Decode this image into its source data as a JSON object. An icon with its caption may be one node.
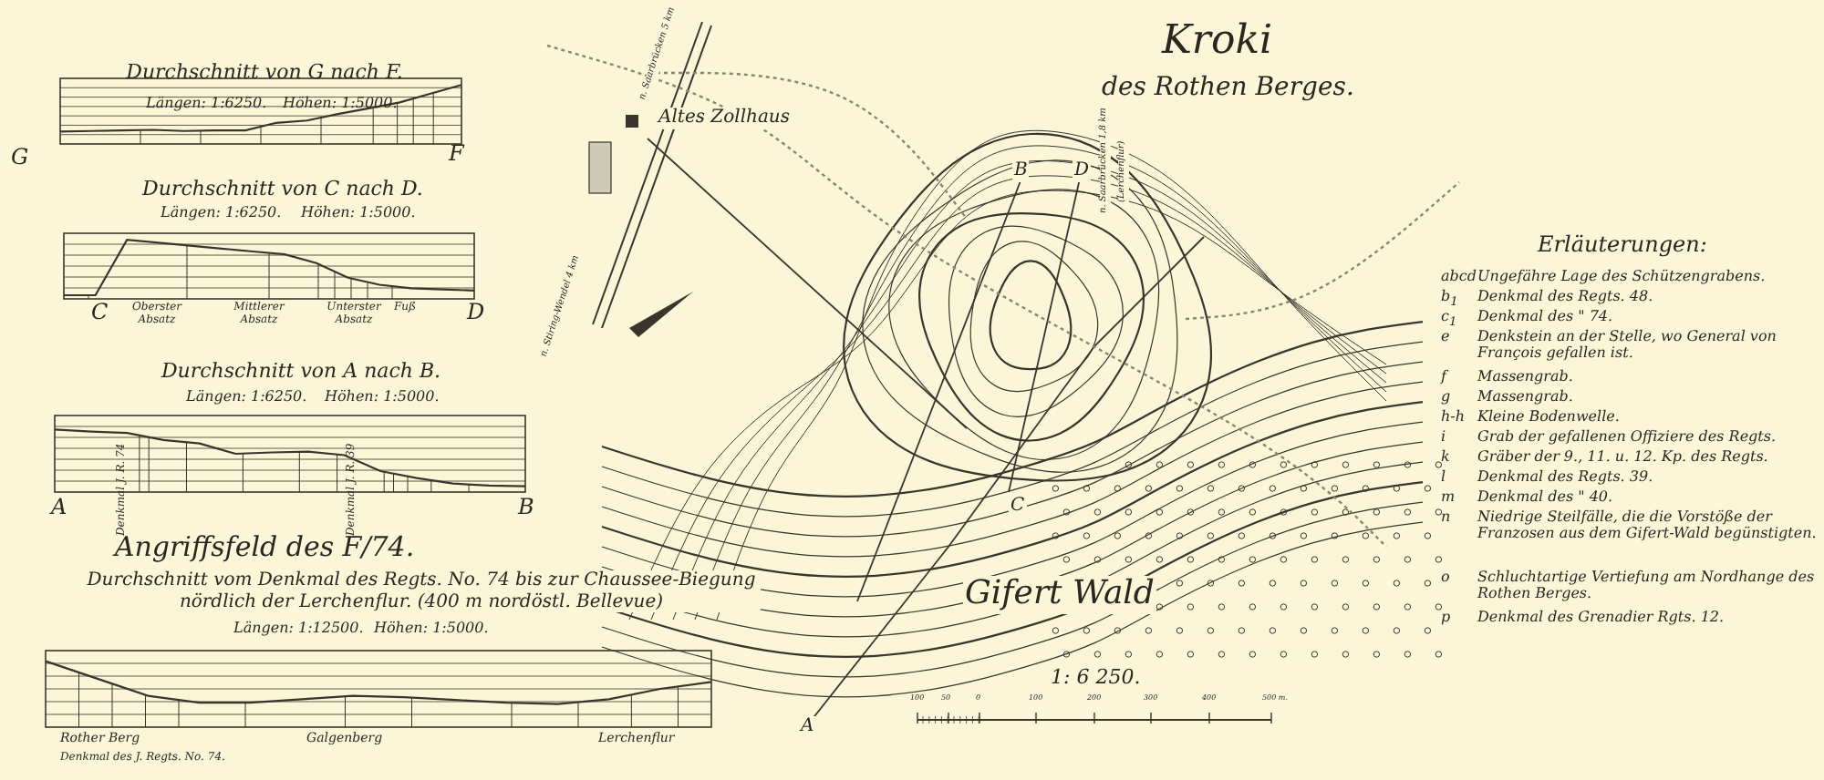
{
  "diagram": {
    "labels": [
      "Durchschnitt von G nach F.",
      "Längen: 1:6250.",
      "Höhen: 1:5000.",
      "G",
      "F",
      "Durchschnitt von C nach D.",
      "Längen: 1:6250.",
      "Höhen: 1:5000.",
      "C",
      "Oberster Absatz",
      "Mittlerer Absatz",
      "Unterster Absatz",
      "Fuß",
      "D",
      "Durchschnitt von A nach B.",
      "Längen: 1:6250.",
      "Höhen: 1:5000.",
      "A",
      "Denkmal J. R. 74",
      "Denkmal J. R. 39",
      "B",
      "Angriffsfeld des F/74.",
      "Durchschnitt vom Denkmal des Regts. No. 74 bis zur Chaussee-Biegung nördlich der Lerchenflur. (400 m nordöstl. Bellevue)",
      "Längen: 1:12500.",
      "Höhen: 1:5000.",
      "Rother Berg",
      "Galgenberg",
      "Lerchenflur",
      "Denkmal des J. Regts. No. 74.",
      "Kroki",
      "des Rothen Berges.",
      "Altes Zollhaus",
      "n. Saarbrücken 5 km",
      "n. Stiring-Wendel 4 km",
      "n. Saarbrücken 1,8 km",
      "(Lerchenflur)",
      "B",
      "D",
      "C",
      "A",
      "Gifert Wald",
      "1: 6 250.",
      "100",
      "50",
      "0",
      "100",
      "200",
      "300",
      "400",
      "500 m.",
      "Erläuterungen:",
      "abcd",
      "Ungefähre Lage des Schützengrabens.",
      "b$_{1}$",
      "Denkmal des Regts. 48.",
      "c$_{1}$",
      "Denkmal des \" 74.",
      "e",
      "Denkstein an der Stelle, wo General von François gefallen ist.",
      "f",
      "Massengrab.",
      "g",
      "Massengrab.",
      "h-h",
      "Kleine Bodenwelle.",
      "i",
      "Grab der gefallenen Offiziere des Regts.",
      "k",
      "Gräber der 9., 11. u. 12. Kp. des Regts.",
      "l",
      "Denkmal des Regts. 39.",
      "m",
      "Denkmal des \" 40.",
      "n",
      "Niedrige Steilfälle, die die Vorstöße der Franzosen aus dem Gifert-Wald begünstigten.",
      "o",
      "Schluchtartige Vertiefung am Nordhange des Rothen Berges.",
      "p",
      "Denkmal des Grenadier Rgts. 12."
    ]
  }
}
